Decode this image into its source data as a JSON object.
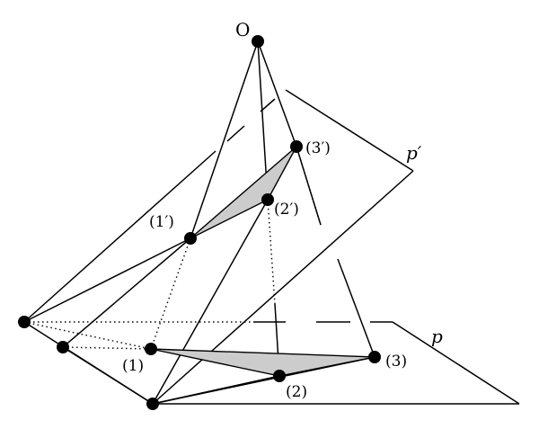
{
  "figure": {
    "labels": {
      "center": "O",
      "p1_image": "(1′)",
      "p2_image": "(2′)",
      "p3_image": "(3′)",
      "p1": "(1)",
      "p2": "(2)",
      "p3": "(3)",
      "plane_upper": "p′",
      "plane_lower": "p"
    },
    "colors": {
      "stroke": "#000000",
      "triangle_fill": "#cccccc",
      "background": "#ffffff"
    }
  }
}
